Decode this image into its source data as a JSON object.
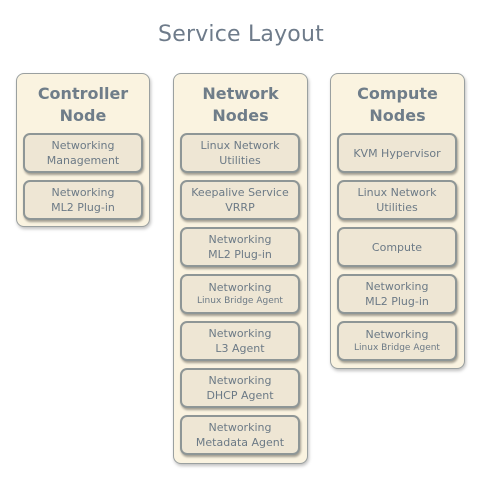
{
  "title": "Service Layout",
  "panels": [
    {
      "title_line1": "Controller",
      "title_line2": "Node",
      "boxes": [
        {
          "line1": "Networking",
          "line2": "Management"
        },
        {
          "line1": "Networking",
          "line2": "ML2 Plug-in"
        }
      ]
    },
    {
      "title_line1": "Network",
      "title_line2": "Nodes",
      "boxes": [
        {
          "line1": "Linux Network",
          "line2": "Utilities"
        },
        {
          "line1": "Keepalive Service",
          "line2": "VRRP"
        },
        {
          "line1": "Networking",
          "line2": "ML2 Plug-in"
        },
        {
          "line1": "Networking",
          "line2": "Linux Bridge Agent"
        },
        {
          "line1": "Networking",
          "line2": "L3 Agent"
        },
        {
          "line1": "Networking",
          "line2": "DHCP Agent"
        },
        {
          "line1": "Networking",
          "line2": "Metadata Agent"
        }
      ]
    },
    {
      "title_line1": "Compute",
      "title_line2": "Nodes",
      "boxes": [
        {
          "line1": "KVM Hypervisor",
          "line2": ""
        },
        {
          "line1": "Linux Network",
          "line2": "Utilities"
        },
        {
          "line1": "Compute",
          "line2": ""
        },
        {
          "line1": "Networking",
          "line2": "ML2 Plug-in"
        },
        {
          "line1": "Networking",
          "line2": "Linux Bridge Agent"
        }
      ]
    }
  ]
}
